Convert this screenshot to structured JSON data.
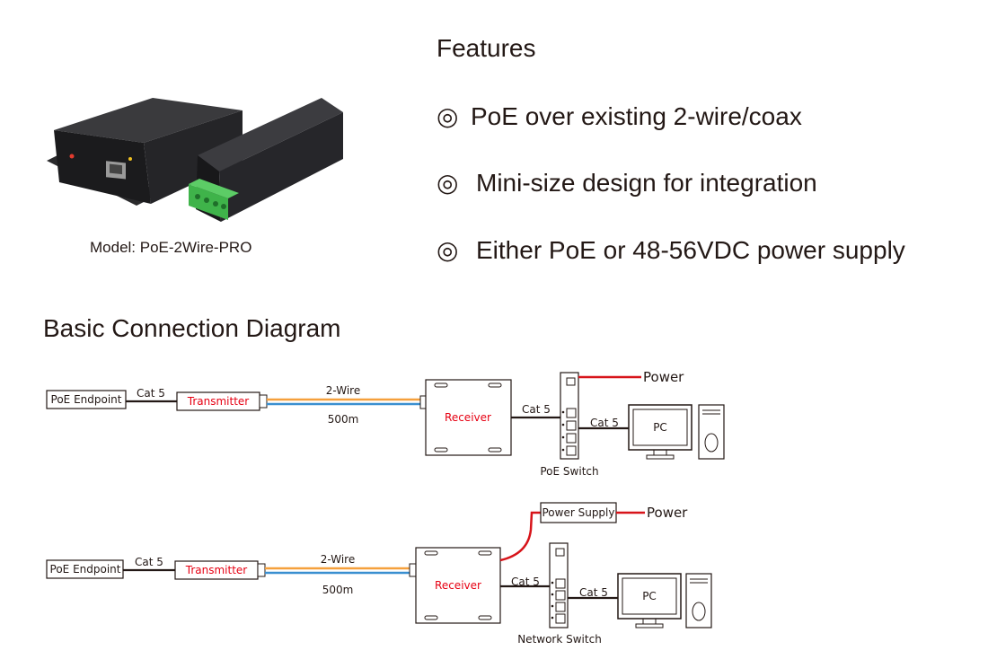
{
  "features": {
    "title": "Features",
    "bullet": "◎",
    "items": [
      "PoE over existing 2-wire/coax",
      "Mini-size design for integration",
      "Either PoE or 48-56VDC power supply"
    ]
  },
  "product": {
    "model_label": "Model: PoE-2Wire-PRO"
  },
  "diagram": {
    "title": "Basic Connection Diagram",
    "top": {
      "endpoint": "PoE  Endpoint",
      "cat5_1": "Cat 5",
      "transmitter": "Transmitter",
      "wire": "2-Wire",
      "distance": "500m",
      "receiver": "Receiver",
      "cat5_2": "Cat 5",
      "power": "Power",
      "switch": "PoE Switch",
      "cat5_3": "Cat 5",
      "pc": "PC"
    },
    "bottom": {
      "endpoint": "PoE  Endpoint",
      "cat5_1": "Cat 5",
      "transmitter": "Transmitter",
      "wire": "2-Wire",
      "distance": "500m",
      "receiver": "Receiver",
      "power_supply": "Power Supply",
      "power": "Power",
      "cat5_2": "Cat 5",
      "switch": "Network Switch",
      "cat5_3": "Cat 5",
      "pc": "PC"
    }
  },
  "colors": {
    "text": "#231815",
    "red_label": "#e60012",
    "power_line": "#d7141a",
    "wire_orange": "#f5a03c",
    "wire_blue": "#3a8fd0",
    "device_body": "#1c1c1e",
    "terminal_green": "#3fb34a"
  }
}
